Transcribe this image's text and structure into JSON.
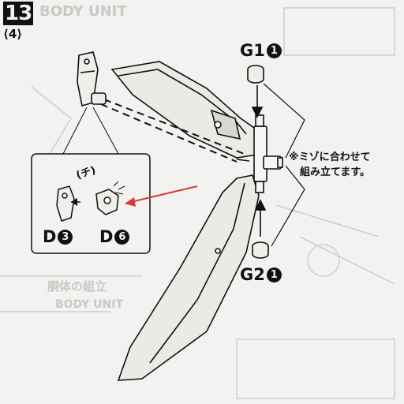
{
  "step": {
    "number": "13",
    "sub": "⟨4⟩"
  },
  "parts": {
    "g1": {
      "letter": "G1",
      "num": "1"
    },
    "g2": {
      "letter": "G2",
      "num": "1"
    },
    "d3": {
      "letter": "D",
      "num": "3"
    },
    "d6": {
      "letter": "D",
      "num": "6"
    }
  },
  "note": {
    "line1": "※ミゾに合わせて",
    "line2": "組み立てます。"
  },
  "inset_label": "(チ)",
  "background_text": {
    "top": "BODY UNIT",
    "mid_jp": "胴体の組立",
    "mid_en": "BODY UNIT"
  },
  "colors": {
    "ink": "#111111",
    "arrow": "#d83a2e",
    "ghost": "#c9c8c5"
  }
}
